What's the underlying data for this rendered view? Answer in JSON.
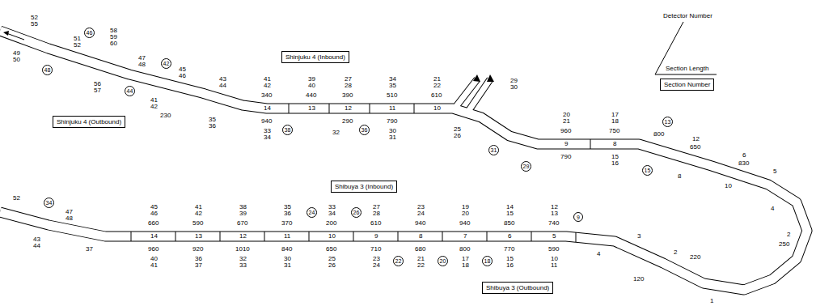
{
  "diagram": {
    "nodes": [
      {
        "text": [
          "Shinjuku 4 (Inbound)"
        ]
      },
      {
        "text": [
          "Shinjuku 4 (Outbound)"
        ]
      },
      {
        "text": [
          "Shibuya 3 (Inbound)"
        ]
      },
      {
        "text": [
          "Shibuya 3 (Outbound)"
        ]
      },
      {
        "text": [
          "Section Number"
        ]
      },
      {
        "text": [
          "48"
        ]
      },
      {
        "text": [
          "46"
        ]
      },
      {
        "text": [
          "44"
        ]
      },
      {
        "text": [
          "42"
        ]
      },
      {
        "text": [
          "38"
        ]
      },
      {
        "text": [
          "36"
        ]
      },
      {
        "text": [
          "31"
        ]
      },
      {
        "text": [
          "29"
        ]
      },
      {
        "text": [
          "15"
        ]
      },
      {
        "text": [
          "13"
        ]
      },
      {
        "text": [
          "26"
        ]
      },
      {
        "text": [
          "24"
        ]
      },
      {
        "text": [
          "22"
        ]
      },
      {
        "text": [
          "20"
        ]
      },
      {
        "text": [
          "18"
        ]
      },
      {
        "text": [
          "9"
        ]
      },
      {
        "text": [
          "34"
        ]
      }
    ],
    "labels": [
      "Detector Number",
      "Section Length",
      "52",
      "55",
      "49",
      "50",
      "51",
      "52",
      "58",
      "59",
      "60",
      "56",
      "57",
      "47",
      "48",
      "41",
      "42",
      "230",
      "45",
      "46",
      "43",
      "44",
      "35",
      "36",
      "14",
      "13",
      "12",
      "11",
      "10",
      "340",
      "440",
      "390",
      "510",
      "610",
      "41",
      "42",
      "39",
      "40",
      "27",
      "28",
      "34",
      "35",
      "21",
      "22",
      "940",
      "290",
      "790",
      "33",
      "34",
      "32",
      "30",
      "31",
      "29",
      "30",
      "25",
      "26",
      "9",
      "8",
      "960",
      "750",
      "20",
      "21",
      "17",
      "18",
      "790",
      "15",
      "16",
      "800",
      "650",
      "12",
      "830",
      "6",
      "8",
      "10",
      "4",
      "5",
      "2",
      "250",
      "14",
      "13",
      "12",
      "11",
      "10",
      "9",
      "8",
      "7",
      "6",
      "5",
      "660",
      "590",
      "670",
      "370",
      "200",
      "610",
      "940",
      "940",
      "850",
      "740",
      "45",
      "46",
      "41",
      "42",
      "38",
      "39",
      "35",
      "36",
      "33",
      "34",
      "27",
      "28",
      "23",
      "24",
      "19",
      "20",
      "14",
      "15",
      "12",
      "13",
      "960",
      "920",
      "1010",
      "840",
      "650",
      "710",
      "680",
      "800",
      "770",
      "590",
      "40",
      "41",
      "36",
      "37",
      "32",
      "33",
      "30",
      "31",
      "25",
      "26",
      "23",
      "24",
      "21",
      "22",
      "17",
      "18",
      "15",
      "16",
      "10",
      "11",
      "47",
      "48",
      "43",
      "44",
      "52",
      "37",
      "4",
      "3",
      "2",
      "220",
      "1",
      "120"
    ]
  }
}
